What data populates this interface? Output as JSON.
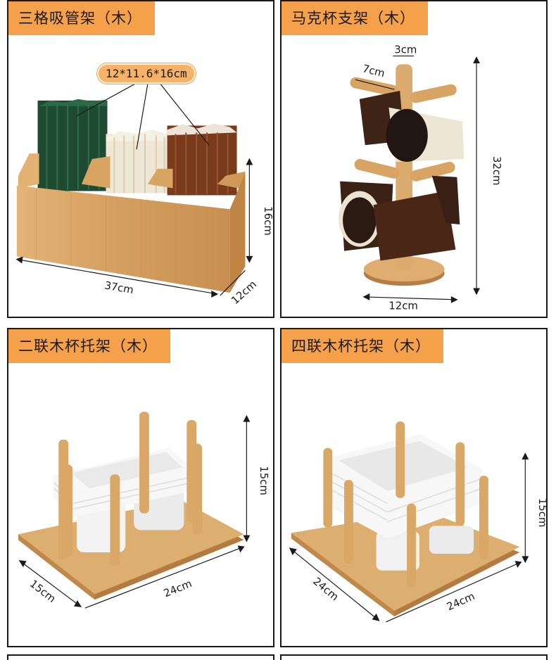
{
  "panels": [
    {
      "title": "三格吸管架（木）",
      "pill": "12*11.6*16cm",
      "dims": {
        "width": "37cm",
        "height": "16cm",
        "depth": "12cm"
      }
    },
    {
      "title": "马克杯支架（木）",
      "dims": {
        "rod_d": "3cm",
        "arm": "7cm",
        "height": "32cm",
        "base": "12cm"
      }
    },
    {
      "title": "二联木杯托架（木）",
      "dims": {
        "height": "15cm",
        "depth": "15cm",
        "width": "24cm"
      }
    },
    {
      "title": "四联木杯托架（木）",
      "dims": {
        "height": "15cm",
        "depth": "24cm",
        "width": "24cm"
      }
    }
  ],
  "colors": {
    "tag": "#f5a04a",
    "wood": "#d7a668",
    "border": "#1a1a1a"
  }
}
